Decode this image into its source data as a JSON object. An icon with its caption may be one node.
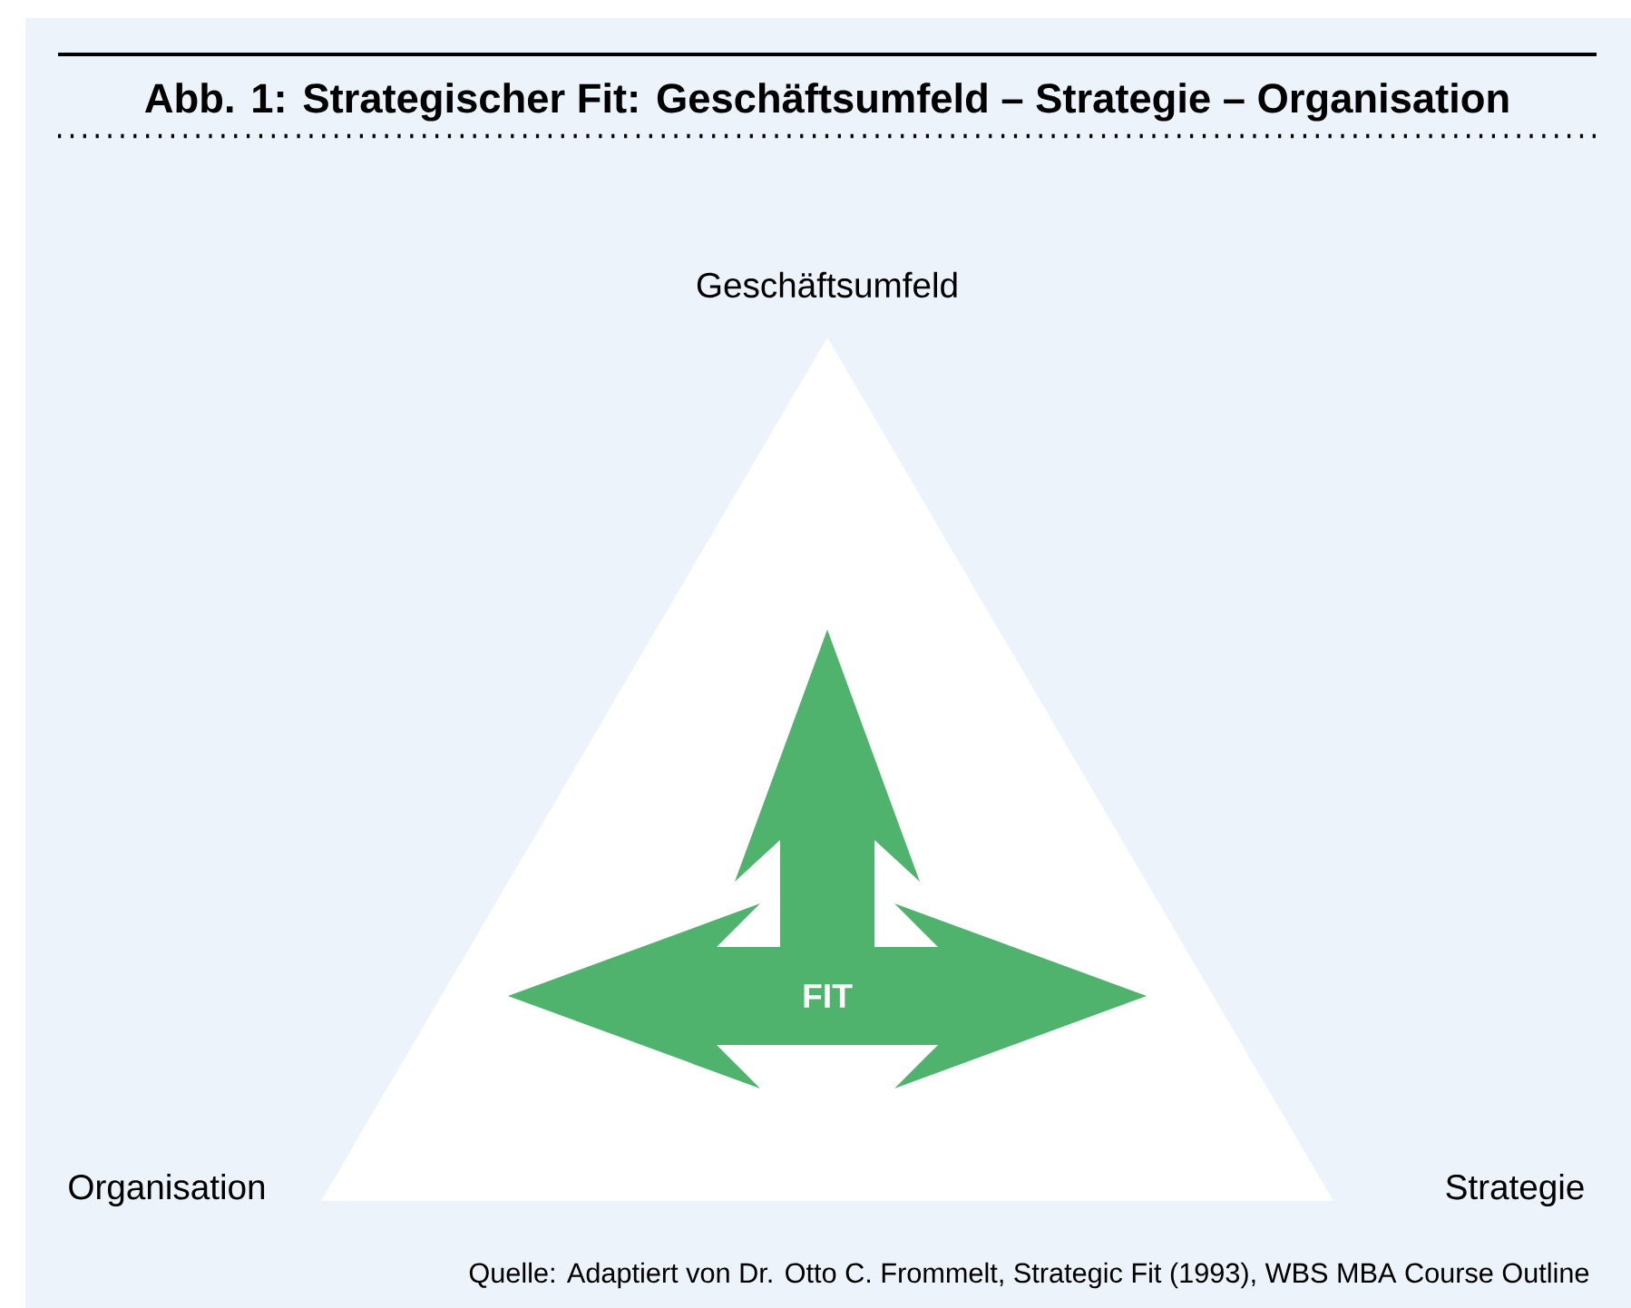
{
  "diagram": {
    "title": "Abb. 1: Strategischer Fit: Geschäftsumfeld – Strategie – Organisation",
    "nodes": [
      {
        "text": [
          "FIT"
        ]
      }
    ],
    "labels": [
      "Geschäftsumfeld",
      "Organisation",
      "Strategie"
    ],
    "caption": "Quelle: Adaptiert von Dr. Otto C. Frommelt, Strategic Fit (1993), WBS MBA Course Outline"
  }
}
